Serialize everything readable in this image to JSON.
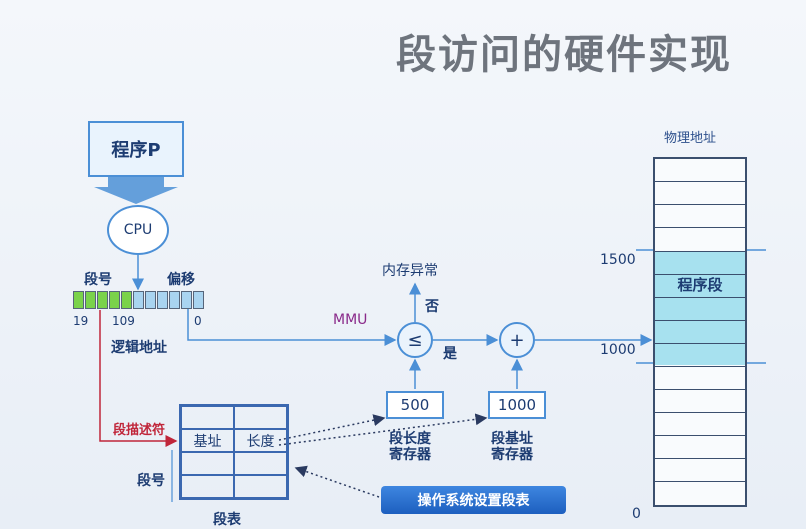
{
  "title": "段访问的硬件实现",
  "program_box": "程序P",
  "cpu": "CPU",
  "logical_address": {
    "seg_num_label": "段号",
    "offset_label": "偏移",
    "bit_19": "19",
    "bit_109": "109",
    "bit_0": "0",
    "label": "逻辑地址"
  },
  "mmu_label": "MMU",
  "exception_label": "内存异常",
  "no_label": "否",
  "yes_label": "是",
  "compare_op": "≤",
  "add_op": "+",
  "seg_length_register": {
    "value": "500",
    "label_line1": "段长度",
    "label_line2": "寄存器"
  },
  "seg_base_register": {
    "value": "1000",
    "label_line1": "段基址",
    "label_line2": "寄存器"
  },
  "segment_descriptor_label": "段描述符",
  "segment_table": {
    "col1": "基址",
    "col2": "长度",
    "side_label": "段号",
    "bottom_label": "段表"
  },
  "os_button": "操作系统设置段表",
  "physical_memory": {
    "label": "物理地址",
    "addr_1500": "1500",
    "addr_1000": "1000",
    "addr_0": "0",
    "program_segment": "程序段"
  },
  "colors": {
    "accent_blue": "#4b8fd6",
    "descriptor_red": "#c0263a",
    "bit_green": "#7ad34a",
    "bit_blue": "#a9d4f0",
    "program_segment": "#a7e1ef"
  }
}
